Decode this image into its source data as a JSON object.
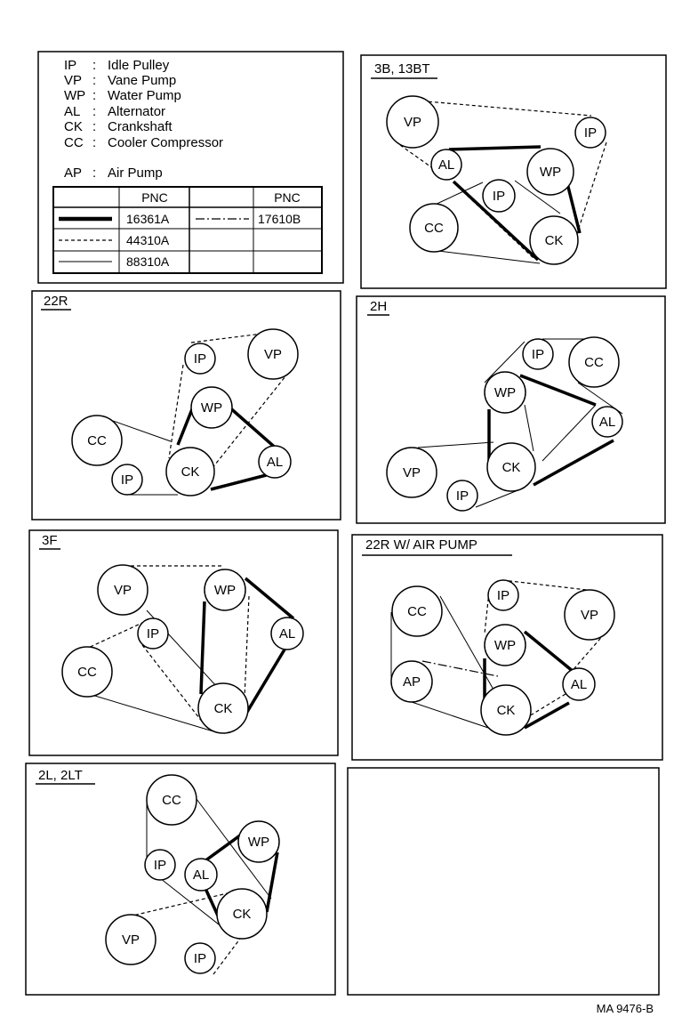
{
  "legend": {
    "items": [
      {
        "code": "IP",
        "sep": ":",
        "name": "Idle Pulley"
      },
      {
        "code": "VP",
        "sep": ":",
        "name": "Vane Pump"
      },
      {
        "code": "WP",
        "sep": ":",
        "name": "Water Pump"
      },
      {
        "code": "AL",
        "sep": ":",
        "name": "Alternator"
      },
      {
        "code": "CK",
        "sep": ":",
        "name": "Crankshaft"
      },
      {
        "code": "CC",
        "sep": ":",
        "name": "Cooler Compressor"
      },
      {
        "code": "AP",
        "sep": ":",
        "name": "Air Pump"
      }
    ],
    "pnc_header": "PNC",
    "belts": [
      {
        "style": "heavy",
        "pnc": "16361A"
      },
      {
        "style": "dashed",
        "pnc": "44310A"
      },
      {
        "style": "thin",
        "pnc": "88310A"
      },
      {
        "style": "dash-dot",
        "pnc": "17610B"
      }
    ]
  },
  "panels": [
    {
      "title": "3B, 13BT"
    },
    {
      "title": "22R"
    },
    {
      "title": "2H"
    },
    {
      "title": "3F"
    },
    {
      "title": "22R W/ AIR PUMP"
    },
    {
      "title": "2L, 2LT"
    },
    {
      "title": ""
    }
  ],
  "pulley_labels": {
    "IP": "IP",
    "VP": "VP",
    "WP": "WP",
    "AL": "AL",
    "CK": "CK",
    "CC": "CC",
    "AP": "AP"
  },
  "figure_code": "MA 9476-B"
}
